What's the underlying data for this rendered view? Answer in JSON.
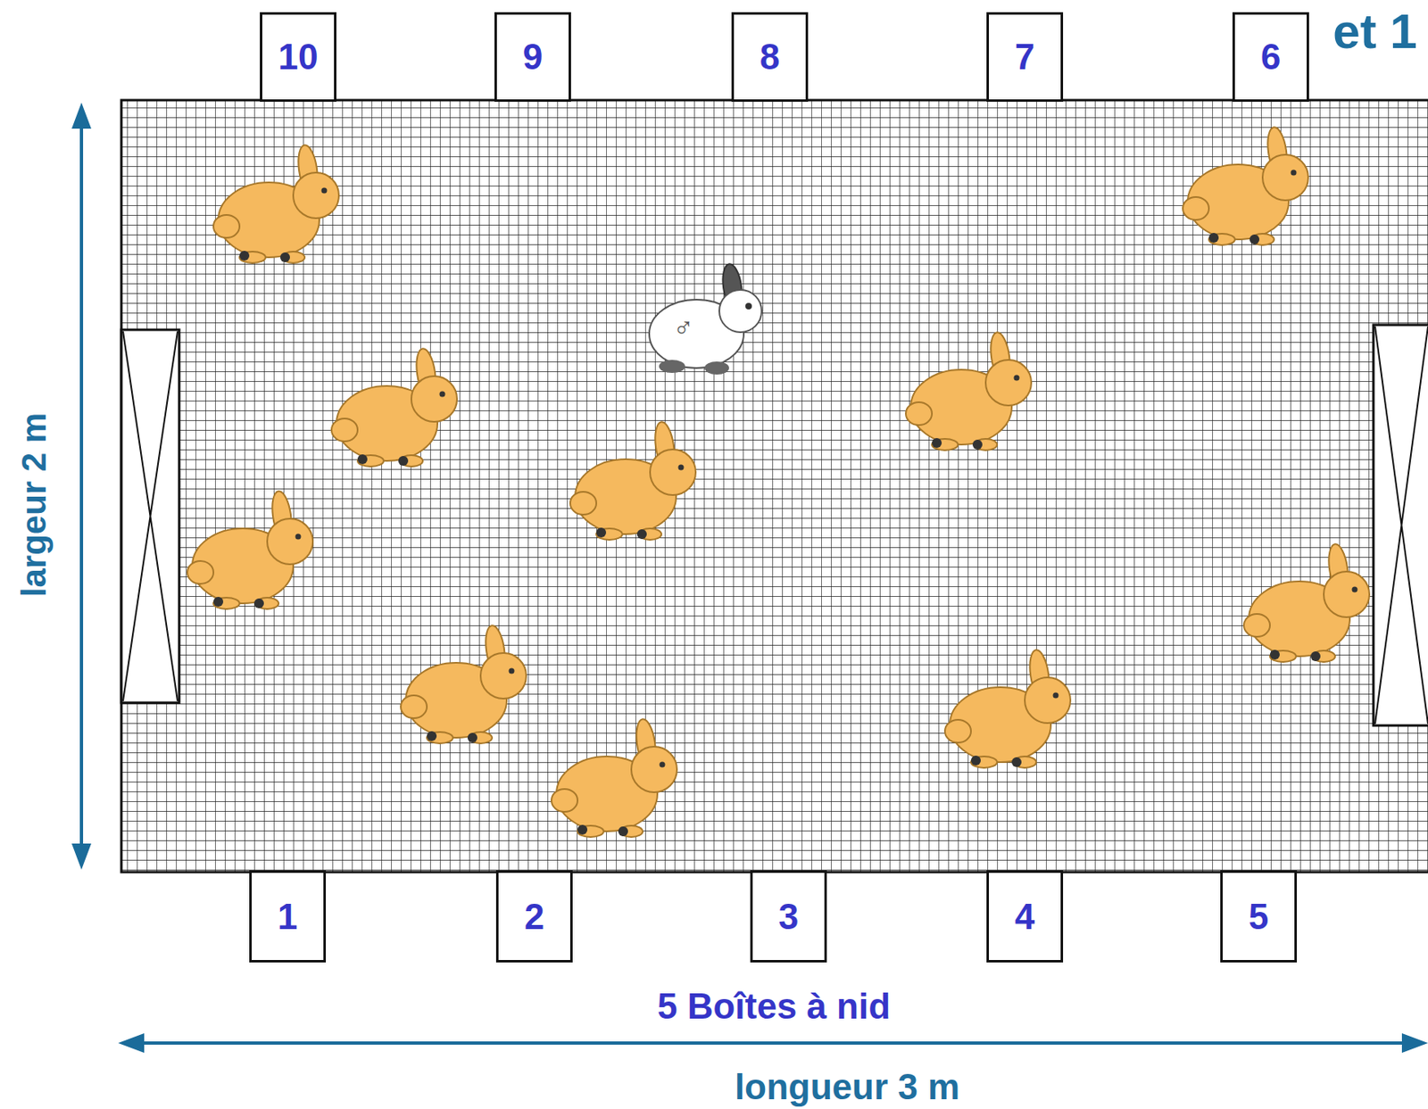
{
  "diagram": {
    "nodes": [
      {
        "text": [
          "10"
        ]
      },
      {
        "text": [
          "9"
        ]
      },
      {
        "text": [
          "8"
        ]
      },
      {
        "text": [
          "7"
        ]
      },
      {
        "text": [
          "6"
        ]
      },
      {
        "text": [
          "1"
        ]
      },
      {
        "text": [
          "2"
        ]
      },
      {
        "text": [
          "3"
        ]
      },
      {
        "text": [
          "4"
        ]
      },
      {
        "text": [
          "5"
        ]
      }
    ],
    "labels": [
      "et 1",
      "♂",
      "largeur 2 m",
      "5 Boîtes à nid",
      "longueur 3 m"
    ]
  }
}
